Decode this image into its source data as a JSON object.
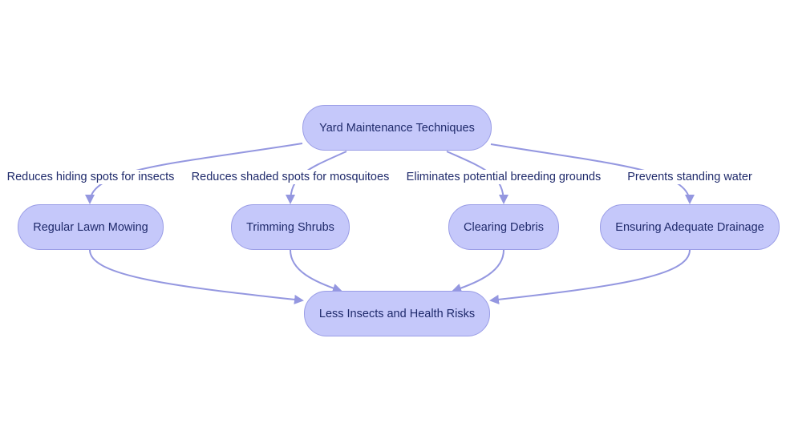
{
  "colors": {
    "node_fill": "#c5c8fa",
    "node_border": "#9a9de6",
    "edge": "#9497e0",
    "text": "#1f2a6b"
  },
  "nodes": {
    "root": "Yard Maintenance Techniques",
    "mowing": "Regular Lawn Mowing",
    "shrubs": "Trimming Shrubs",
    "debris": "Clearing Debris",
    "drainage": "Ensuring Adequate Drainage",
    "result": "Less Insects and Health Risks"
  },
  "edges": [
    {
      "from": "root",
      "to": "mowing",
      "label": "Reduces hiding spots for insects"
    },
    {
      "from": "root",
      "to": "shrubs",
      "label": "Reduces shaded spots for mosquitoes"
    },
    {
      "from": "root",
      "to": "debris",
      "label": "Eliminates potential breeding grounds"
    },
    {
      "from": "root",
      "to": "drainage",
      "label": "Prevents standing water"
    },
    {
      "from": "mowing",
      "to": "result",
      "label": ""
    },
    {
      "from": "shrubs",
      "to": "result",
      "label": ""
    },
    {
      "from": "debris",
      "to": "result",
      "label": ""
    },
    {
      "from": "drainage",
      "to": "result",
      "label": ""
    }
  ]
}
